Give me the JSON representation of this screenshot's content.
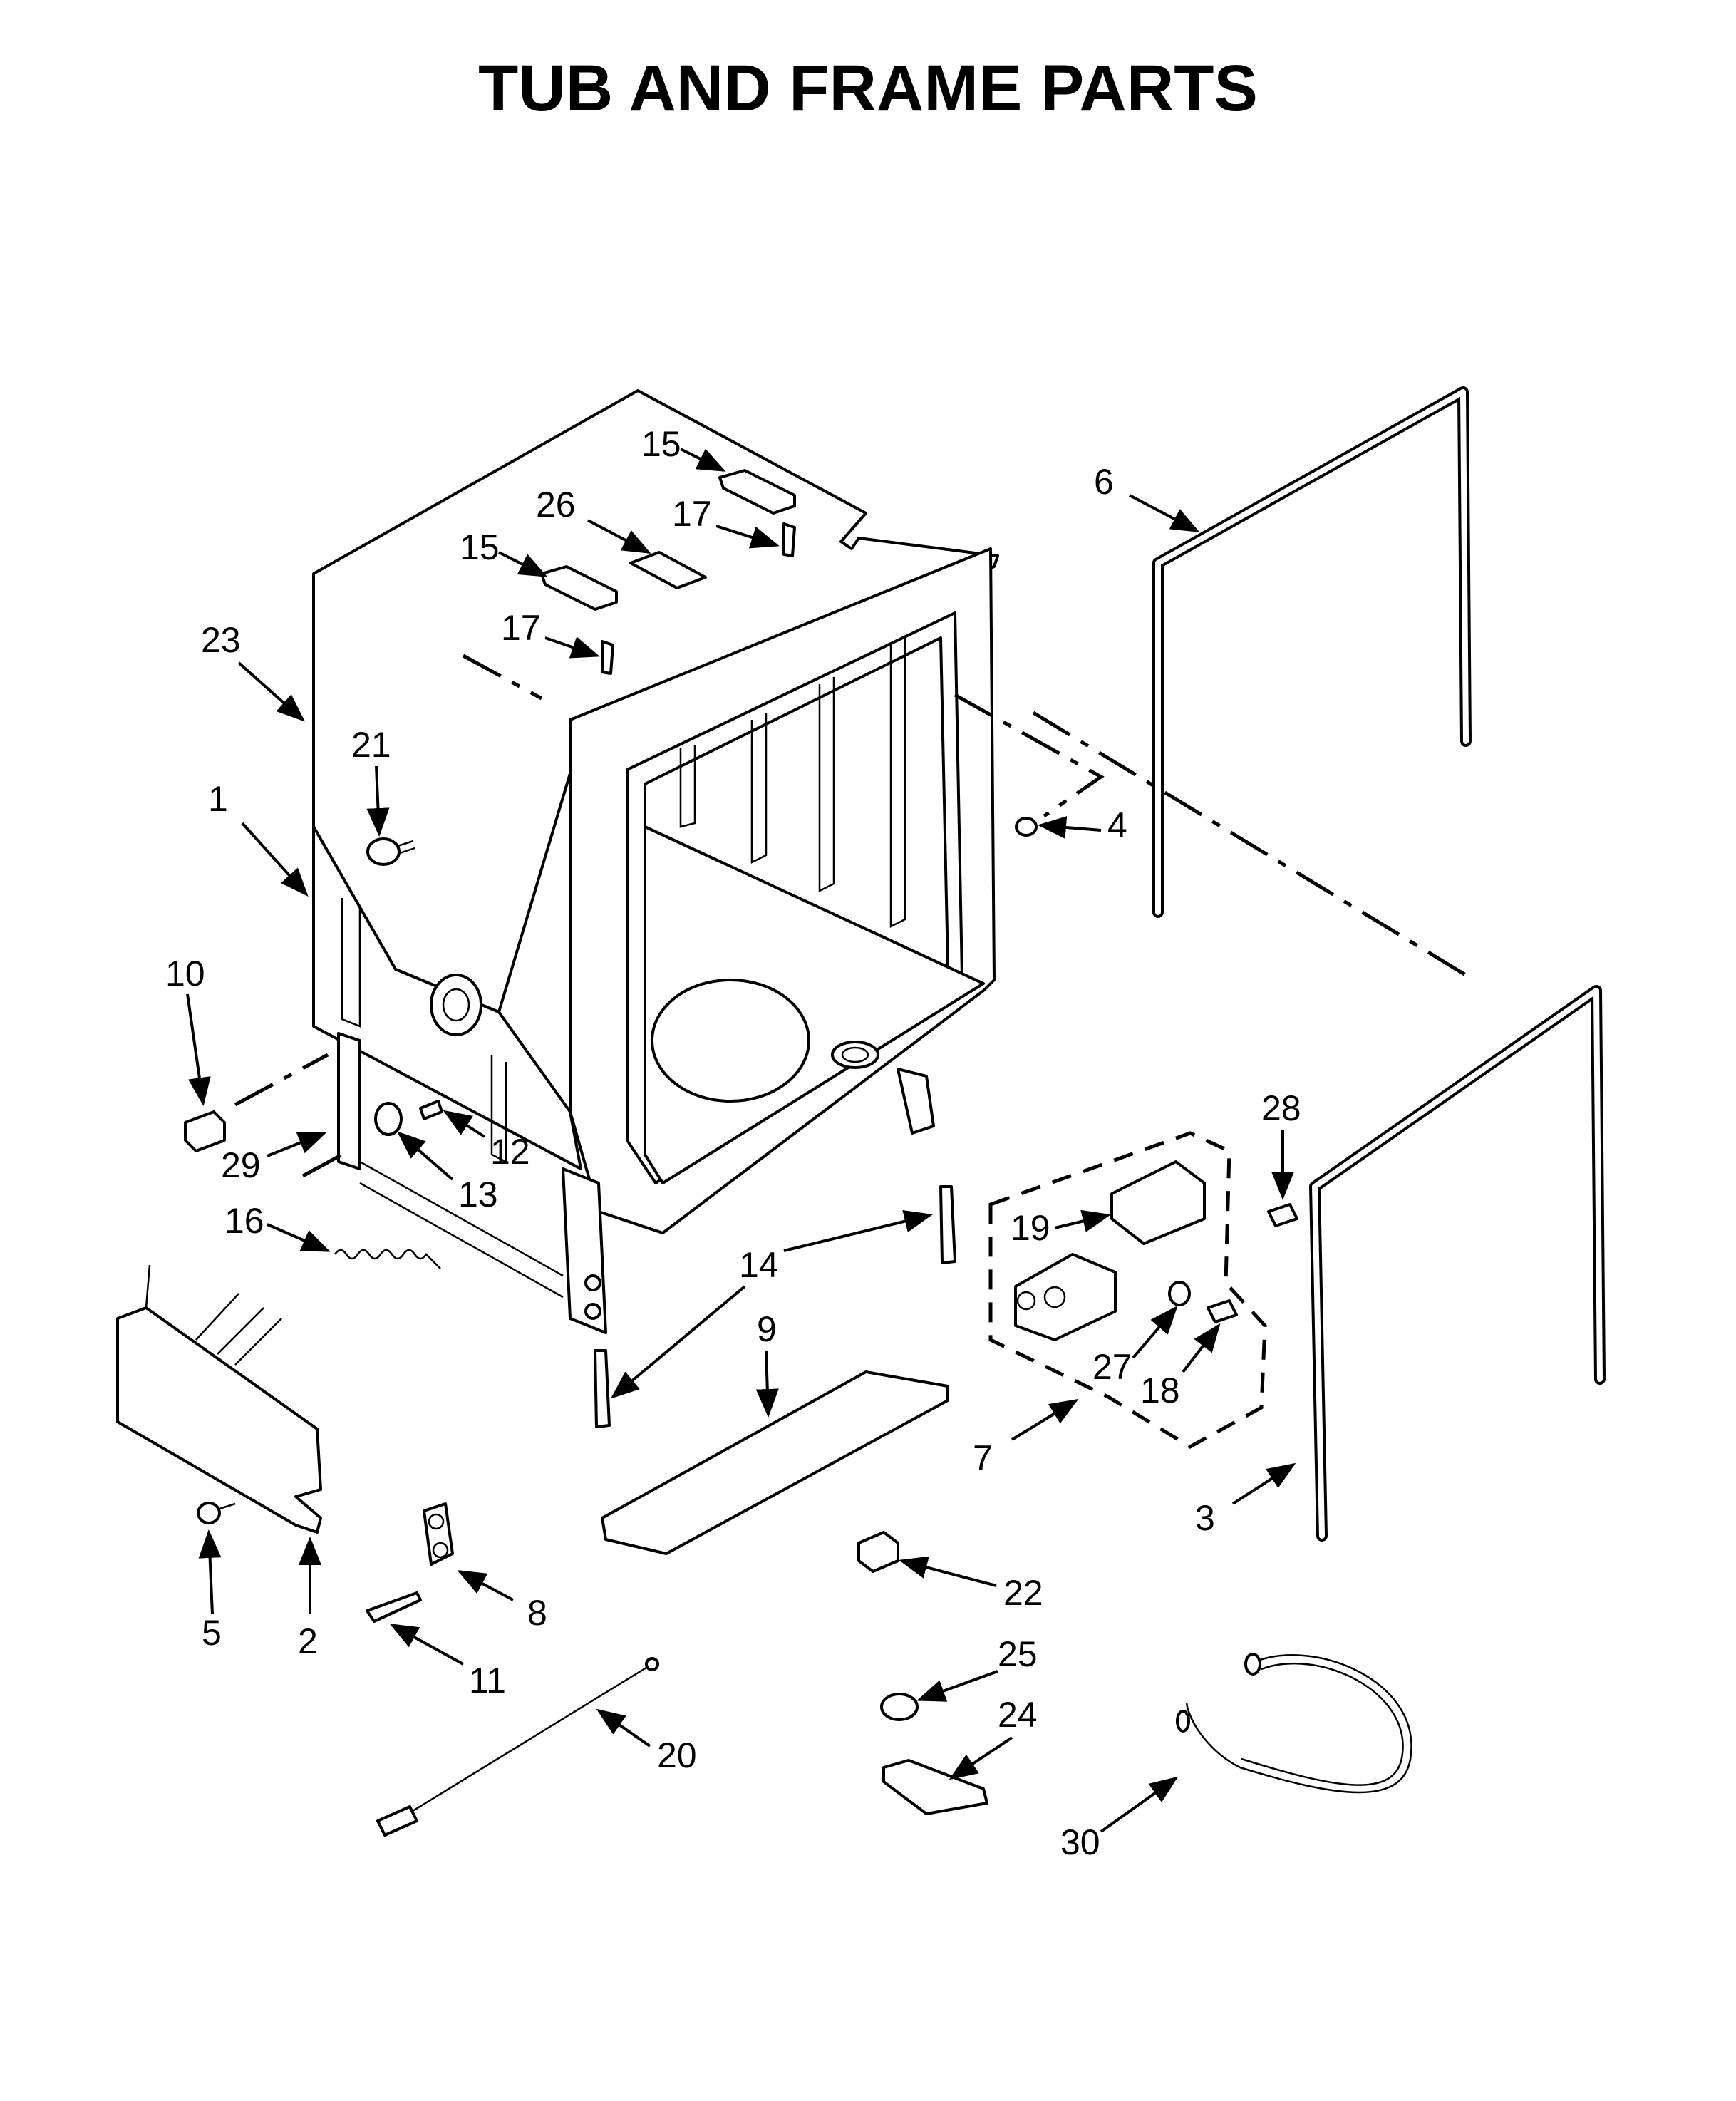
{
  "title": "TUB AND FRAME PARTS",
  "callouts": [
    {
      "id": "c1",
      "label": "1"
    },
    {
      "id": "c2",
      "label": "2"
    },
    {
      "id": "c3",
      "label": "3"
    },
    {
      "id": "c4",
      "label": "4"
    },
    {
      "id": "c5",
      "label": "5"
    },
    {
      "id": "c6",
      "label": "6"
    },
    {
      "id": "c7",
      "label": "7"
    },
    {
      "id": "c8",
      "label": "8"
    },
    {
      "id": "c9",
      "label": "9"
    },
    {
      "id": "c10",
      "label": "10"
    },
    {
      "id": "c11",
      "label": "11"
    },
    {
      "id": "c12",
      "label": "12"
    },
    {
      "id": "c13",
      "label": "13"
    },
    {
      "id": "c14",
      "label": "14"
    },
    {
      "id": "c15a",
      "label": "15"
    },
    {
      "id": "c15b",
      "label": "15"
    },
    {
      "id": "c16",
      "label": "16"
    },
    {
      "id": "c17a",
      "label": "17"
    },
    {
      "id": "c17b",
      "label": "17"
    },
    {
      "id": "c18",
      "label": "18"
    },
    {
      "id": "c19",
      "label": "19"
    },
    {
      "id": "c20",
      "label": "20"
    },
    {
      "id": "c21",
      "label": "21"
    },
    {
      "id": "c22",
      "label": "22"
    },
    {
      "id": "c23",
      "label": "23"
    },
    {
      "id": "c24",
      "label": "24"
    },
    {
      "id": "c25",
      "label": "25"
    },
    {
      "id": "c26",
      "label": "26"
    },
    {
      "id": "c27",
      "label": "27"
    },
    {
      "id": "c28",
      "label": "28"
    },
    {
      "id": "c29",
      "label": "29"
    },
    {
      "id": "c30",
      "label": "30"
    }
  ]
}
